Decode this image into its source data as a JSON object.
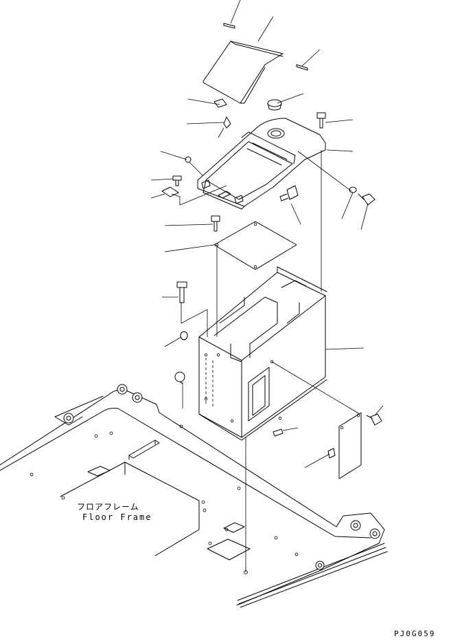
{
  "labels": {
    "floor_frame_jp": "フロアフレーム",
    "floor_frame_en": "Floor Frame"
  },
  "figure_code": "PJ0G059"
}
